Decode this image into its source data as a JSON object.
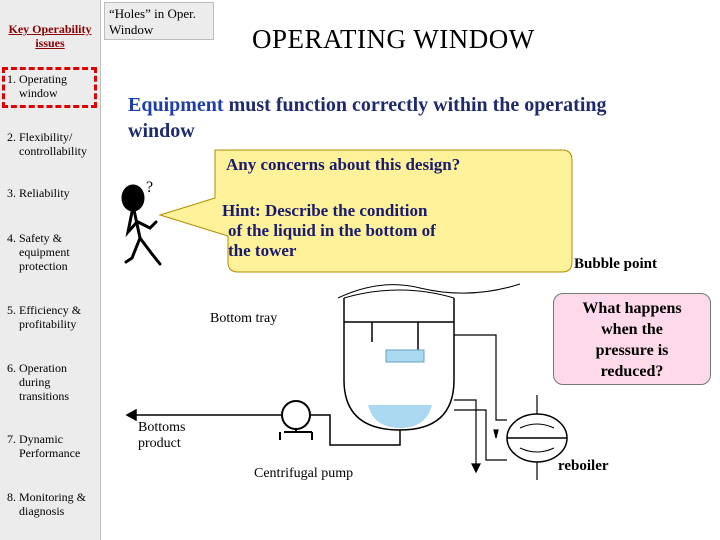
{
  "sidebar": {
    "title": "Key Operability issues",
    "items": [
      {
        "line1": "1. Operating",
        "line2": "window",
        "line3": ""
      },
      {
        "line1": "2. Flexibility/",
        "line2": "controllability",
        "line3": ""
      },
      {
        "line1": "3. Reliability",
        "line2": "",
        "line3": ""
      },
      {
        "line1": "4. Safety &",
        "line2": "equipment",
        "line3": "protection"
      },
      {
        "line1": "5. Efficiency &",
        "line2": "profitability",
        "line3": ""
      },
      {
        "line1": "6. Operation",
        "line2": "during",
        "line3": "transitions"
      },
      {
        "line1": "7. Dynamic",
        "line2": "Performance",
        "line3": ""
      },
      {
        "line1": "8. Monitoring &",
        "line2": "diagnosis",
        "line3": ""
      }
    ],
    "active_index": 0
  },
  "holes_box": {
    "line1": "“Holes” in Oper.",
    "line2": "Window"
  },
  "page_title": "OPERATING WINDOW",
  "subtitle": {
    "accent_word": "Equipment",
    "rest": " must function correctly within the operating window"
  },
  "bubble": {
    "question": "Any concerns about this design?",
    "hint_line1": "Hint: Describe the condition",
    "hint_line2": "of the liquid in the bottom of",
    "hint_line3": "the tower"
  },
  "bubble_point": "Bubble point",
  "pressure_box": {
    "line1": "What happens",
    "line2": "when the",
    "line3": "pressure is",
    "line4": "reduced?"
  },
  "labels": {
    "bottom_tray": "Bottom tray",
    "bottoms_product_1": "Bottoms",
    "bottoms_product_2": "product",
    "centrifugal_pump": "Centrifugal pump",
    "reboiler": "reboiler"
  },
  "icons": {
    "thinker": "thinking-person-icon"
  },
  "colors": {
    "bubble_fill": "#fdf29a",
    "liquid": "#a9d8f0",
    "pressure_fill": "#fdd9ea",
    "active_border": "#e00000"
  }
}
